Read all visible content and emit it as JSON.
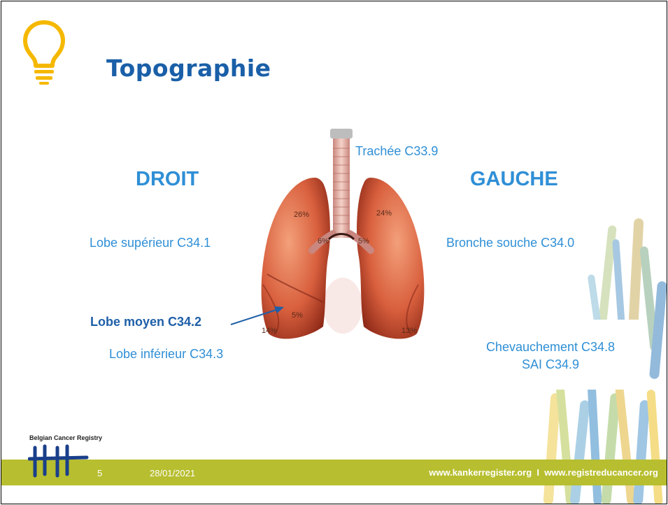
{
  "slide": {
    "title": "Topographie",
    "right_heading": "DROIT",
    "left_heading": "GAUCHE"
  },
  "labels": {
    "trachea": "Trachée C33.9",
    "upper_lobe": "Lobe supérieur C34.1",
    "middle_lobe": "Lobe moyen C34.2",
    "lower_lobe": "Lobe inférieur C34.3",
    "main_bronchus": "Bronche souche C34.0",
    "overlap": "Chevauchement C34.8",
    "nos": "SAI C34.9"
  },
  "percentages": {
    "right_upper": "26%",
    "left_upper": "24%",
    "right_bronchus": "6%",
    "left_bronchus": "5%",
    "middle": "5%",
    "right_lower": "14%",
    "left_lower": "13%"
  },
  "footer": {
    "registry_name": "Belgian Cancer Registry",
    "page_number": "5",
    "date": "28/01/2021",
    "urls": "www.kankerregister.org  I  www.registreducancer.org"
  },
  "colors": {
    "title": "#1a5fa8",
    "labels": "#2f8fd6",
    "footer_bar": "#b7be2f",
    "bulb": "#f5b800"
  }
}
